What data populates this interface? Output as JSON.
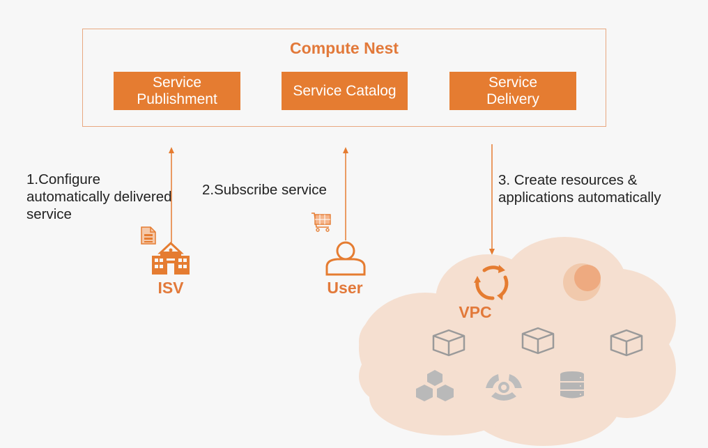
{
  "diagram": {
    "title": "Compute Nest",
    "services": [
      {
        "label": "Service\nPublishment"
      },
      {
        "label": "Service Catalog"
      },
      {
        "label": "Service\nDelivery"
      }
    ],
    "steps": [
      {
        "label": "1.Configure automatically delivered service"
      },
      {
        "label": "2.Subscribe service"
      },
      {
        "label": "3. Create resources & applications automatically"
      }
    ],
    "actors": {
      "isv": "ISV",
      "user": "User",
      "vpc": "VPC"
    },
    "colors": {
      "accent": "#e57c31",
      "accent_text": "#e2793a",
      "cloud": "#f5dfd0",
      "resource_icon": "#9a9a9a"
    }
  }
}
